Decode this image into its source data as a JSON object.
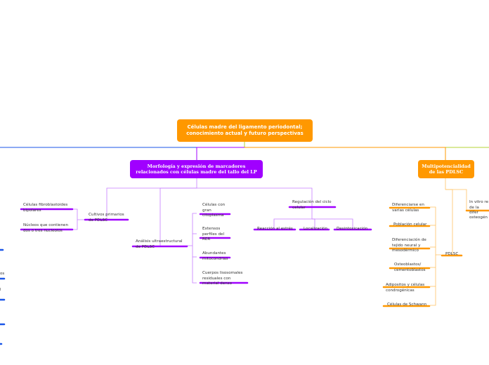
{
  "root": {
    "label": "Células madre del ligamento periodontal; conocimiento actual y futuro perspectivas"
  },
  "purple_main": {
    "label": "Morfología y expresión de marcadores relacionados con células madre del tallo del LP"
  },
  "orange_main": {
    "label": "Multipotencialidad de las PDLSC"
  },
  "purple_children": {
    "cells": [
      "Células fibroblastoides bipolares",
      "Núcleos que contienen dos o tres nucleolos"
    ],
    "cultivos": "Cultivos primarios de PDLSC",
    "analisis": "Análisis ultraestructural de PDLSC",
    "analisis_items": [
      "Células con gran citoplasma",
      "Extensos perfiles del RER",
      "Abundantes mitocondrias",
      "Cuerpos lisosomales residuales con material denso"
    ],
    "regulacion": "Regulación del ciclo celular",
    "regulacion_items": [
      "Reacción al estrés",
      "Localización",
      "Desintoxicación"
    ]
  },
  "orange_children": {
    "pdlsc": "PDLSC",
    "items": [
      "Diferenciarse en varias células",
      "Población celular",
      "Diferenciación de tejido neural y mesodérmico",
      "Osteoblastos/ cementoblastos",
      "Adipositos y células condrogénicas",
      "Células de Schwann"
    ],
    "right_partial": "In vitro re de la difer osteogén"
  },
  "left_partial": [
    "os",
    "l"
  ],
  "colors": {
    "orange": "#ff9800",
    "purple": "#a000ff",
    "blue": "#1a56e8",
    "olive": "#b5d334"
  }
}
